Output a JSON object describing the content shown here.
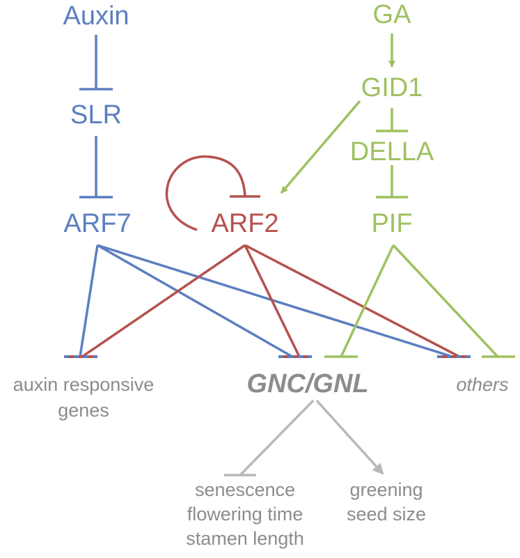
{
  "colors": {
    "auxin": "#5b7fc0",
    "arf2": "#b5514d",
    "ga": "#9ec15f",
    "downstream": "#8c8c8c",
    "output": "#b8b8b8"
  },
  "nodes": {
    "auxin": "Auxin",
    "slr": "SLR",
    "arf7": "ARF7",
    "arf2": "ARF2",
    "ga": "GA",
    "gid1": "GID1",
    "della": "DELLA",
    "pif": "PIF"
  },
  "targets": {
    "auxin_genes_line1": "auxin responsive",
    "auxin_genes_line2": "genes",
    "gnc": "GNC/GNL",
    "others": "others"
  },
  "outputs": {
    "repressed": [
      "senescence",
      "flowering time",
      "stamen length"
    ],
    "promoted": [
      "greening",
      "seed size"
    ]
  }
}
